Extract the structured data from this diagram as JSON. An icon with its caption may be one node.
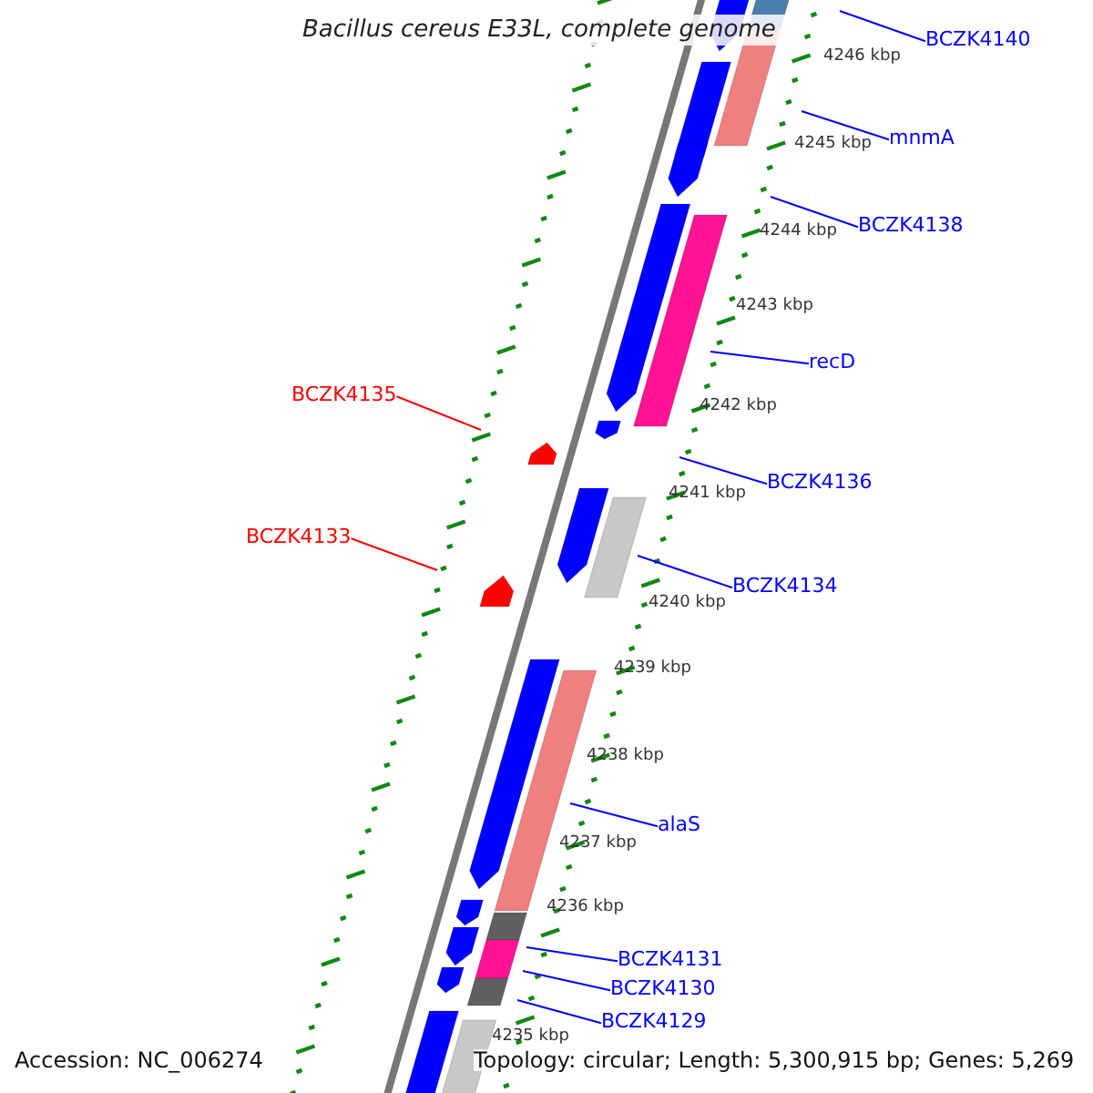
{
  "diagram": {
    "title": "Bacillus cereus E33L, complete genome",
    "nodes": [
      {
        "text": [
          "BCZK4140"
        ]
      },
      {
        "text": [
          "mnmA"
        ]
      },
      {
        "text": [
          "BCZK4138"
        ]
      },
      {
        "text": [
          "recD"
        ]
      },
      {
        "text": [
          "BCZK4135"
        ]
      },
      {
        "text": [
          "BCZK4136"
        ]
      },
      {
        "text": [
          "BCZK4133"
        ]
      },
      {
        "text": [
          "BCZK4134"
        ]
      },
      {
        "text": [
          "alaS"
        ]
      },
      {
        "text": [
          "BCZK4131"
        ]
      },
      {
        "text": [
          "BCZK4130"
        ]
      },
      {
        "text": [
          "BCZK4129"
        ]
      }
    ],
    "edges": [
      {
        "from": 0,
        "to": null,
        "arrow": "none"
      },
      {
        "from": 1,
        "to": null,
        "arrow": "none"
      },
      {
        "from": 2,
        "to": null,
        "arrow": "none"
      },
      {
        "from": 3,
        "to": null,
        "arrow": "none"
      },
      {
        "from": 4,
        "to": null,
        "arrow": "none",
        "color": "#ff0000"
      },
      {
        "from": 5,
        "to": null,
        "arrow": "none"
      },
      {
        "from": 6,
        "to": null,
        "arrow": "none",
        "color": "#ff0000"
      },
      {
        "from": 7,
        "to": null,
        "arrow": "none"
      },
      {
        "from": 8,
        "to": null,
        "arrow": "none"
      },
      {
        "from": 9,
        "to": null,
        "arrow": "none"
      },
      {
        "from": 10,
        "to": null,
        "arrow": "none"
      },
      {
        "from": 11,
        "to": null,
        "arrow": "none"
      }
    ],
    "labels": [
      "4246 kbp",
      "4245 kbp",
      "4244 kbp",
      "4243 kbp",
      "4242 kbp",
      "4241 kbp",
      "4240 kbp",
      "4239 kbp",
      "4238 kbp",
      "4237 kbp",
      "4236 kbp",
      "4235 kbp",
      "Accession: NC_006274",
      "Topology: circular; Length: 5,300,915 bp; Genes: 5,269"
    ]
  }
}
